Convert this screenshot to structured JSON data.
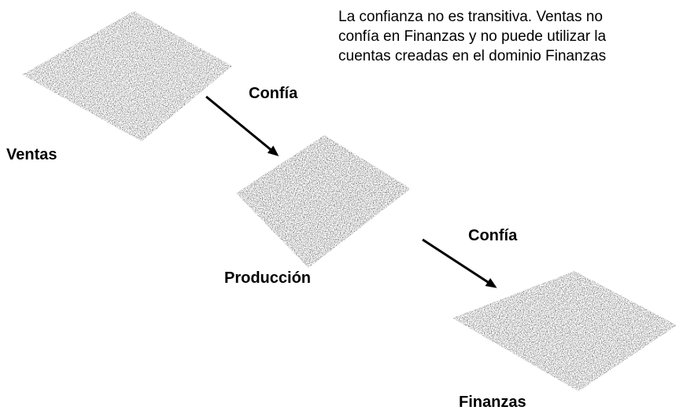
{
  "caption": {
    "lines": [
      "La confianza no es transitiva. Ventas no",
      "confía en Finanzas y no puede utilizar la",
      "cuentas creadas en el dominio Finanzas"
    ]
  },
  "domains": [
    {
      "name": "Ventas"
    },
    {
      "name": "Producción"
    },
    {
      "name": "Finanzas"
    }
  ],
  "trusts": [
    {
      "label": "Confía"
    },
    {
      "label": "Confía"
    }
  ],
  "colors": {
    "ink": "#000000",
    "tile": "#3a3a3a",
    "background": "#ffffff"
  }
}
